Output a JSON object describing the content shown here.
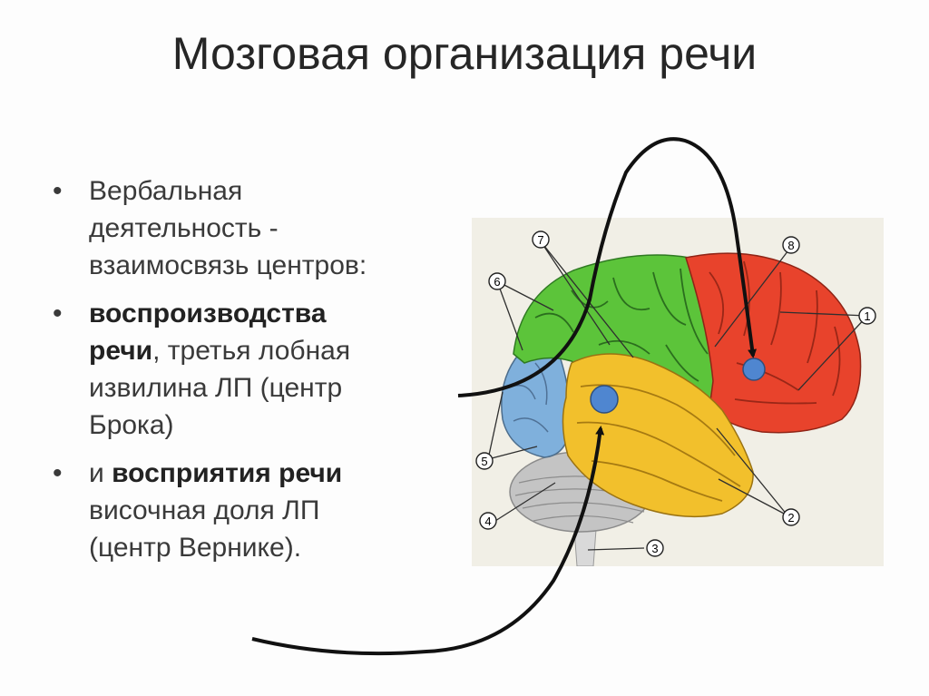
{
  "slide": {
    "title": "Мозговая организация речи",
    "bullets": [
      {
        "marker": "•",
        "lines": [
          "Вербальная",
          "деятельность -",
          "взаимосвязь центров:"
        ]
      },
      {
        "marker": "•",
        "bold_1": "воспроизводства",
        "bold_2": "речи",
        "rest_2": ", третья лобная",
        "line_3": "извилина ЛП (центр",
        "line_4": "Брока)"
      },
      {
        "marker": "•",
        "pre": "и ",
        "bold": "восприятия речи",
        "line_2": "височная доля ЛП",
        "line_3": "(центр Вернике)."
      }
    ]
  },
  "brain_diagram": {
    "callouts": [
      "1",
      "2",
      "3",
      "4",
      "5",
      "6",
      "7",
      "8"
    ],
    "colors": {
      "frontal": "#e8432c",
      "parietal": "#5cc43a",
      "temporal": "#f2c02c",
      "occipital": "#6aa5d6",
      "cerebellum": "#b8b8b8",
      "background": "#f1efe6",
      "center_marker": "#4f86d0"
    }
  }
}
